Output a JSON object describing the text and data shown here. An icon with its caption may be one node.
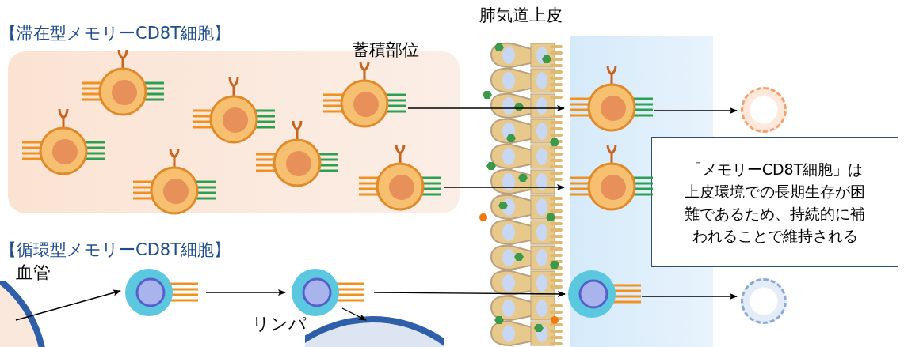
{
  "diagram": {
    "nodes": [
      {
        "text": [
          "蓄積部位"
        ]
      },
      {
        "text": [],
        "shape": "picture",
        "in": 0
      },
      {
        "text": [],
        "shape": "picture",
        "in": 0
      },
      {
        "text": [],
        "shape": "picture",
        "in": 0
      },
      {
        "text": [],
        "shape": "picture",
        "in": 0
      },
      {
        "text": [],
        "shape": "picture",
        "in": 0
      },
      {
        "text": [],
        "shape": "picture",
        "in": 0
      },
      {
        "text": [],
        "shape": "picture",
        "in": 0
      },
      {
        "text": [
          "肺気道上皮"
        ]
      },
      {
        "text": [],
        "shape": "picture",
        "in": 8
      },
      {
        "text": [],
        "shape": "picture",
        "in": 8
      },
      {
        "text": [],
        "shape": "picture",
        "in": 8
      },
      {
        "text": [],
        "shape": "circle"
      },
      {
        "text": [],
        "shape": "circle"
      },
      {
        "text": [
          "「メモリーCD8T細胞」は上皮環境での長期生存が困難であるため、持続的に補われることで維持される"
        ]
      },
      {
        "text": [
          "血管"
        ]
      },
      {
        "text": [],
        "shape": "picture"
      },
      {
        "text": [],
        "shape": "picture"
      },
      {
        "text": [
          "リンパ"
        ]
      }
    ],
    "edges": [
      {
        "from": 6,
        "to": 9,
        "arrow": "to"
      },
      {
        "from": 7,
        "to": 10,
        "arrow": "to"
      },
      {
        "from": 9,
        "to": 12,
        "arrow": "to"
      },
      {
        "from": 15,
        "to": 16,
        "arrow": "to"
      },
      {
        "from": 16,
        "to": 17,
        "arrow": "to"
      },
      {
        "from": 17,
        "to": 18,
        "arrow": "to"
      },
      {
        "from": 17,
        "to": 11,
        "arrow": "to"
      },
      {
        "from": 11,
        "to": 13,
        "arrow": "to"
      }
    ],
    "labels": [
      "【滞在型メモリーCD8T細胞】",
      "【循環型メモリーCD8T細胞】"
    ]
  }
}
